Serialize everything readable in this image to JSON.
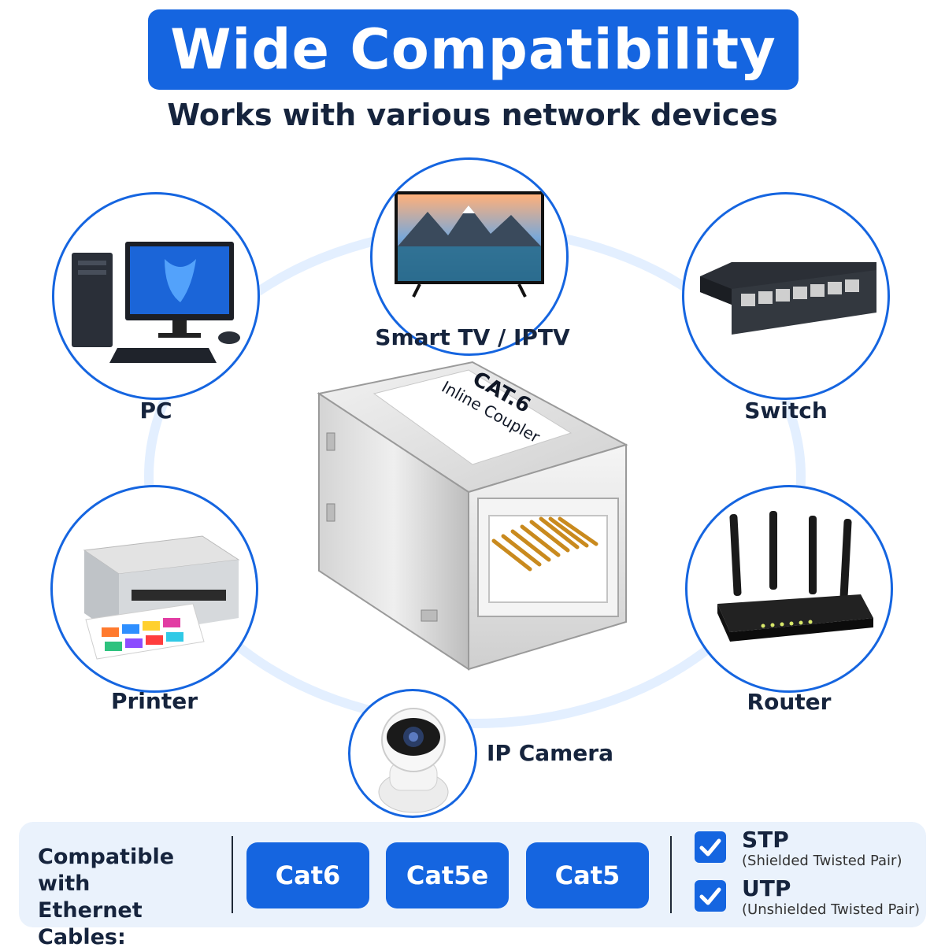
{
  "header": {
    "title": "Wide Compatibility",
    "subtitle": "Works with various network devices"
  },
  "product": {
    "label_line1": "CAT.6",
    "label_line2": "Inline Coupler"
  },
  "devices": [
    {
      "label": "PC",
      "icon": "pc-icon"
    },
    {
      "label": "Smart TV / IPTV",
      "icon": "tv-icon"
    },
    {
      "label": "Switch",
      "icon": "switch-icon"
    },
    {
      "label": "Printer",
      "icon": "printer-icon"
    },
    {
      "label": "IP Camera",
      "icon": "camera-icon"
    },
    {
      "label": "Router",
      "icon": "router-icon"
    }
  ],
  "compat": {
    "label_line1": "Compatible with",
    "label_line2": "Ethernet Cables:",
    "cables": [
      "Cat6",
      "Cat5e",
      "Cat5"
    ],
    "shielding": [
      {
        "name": "STP",
        "desc": "(Shielded Twisted Pair)"
      },
      {
        "name": "UTP",
        "desc": "(Unshielded Twisted Pair)"
      }
    ]
  },
  "colors": {
    "accent": "#1565e0",
    "ring": "#e3efff",
    "text": "#16243d"
  }
}
